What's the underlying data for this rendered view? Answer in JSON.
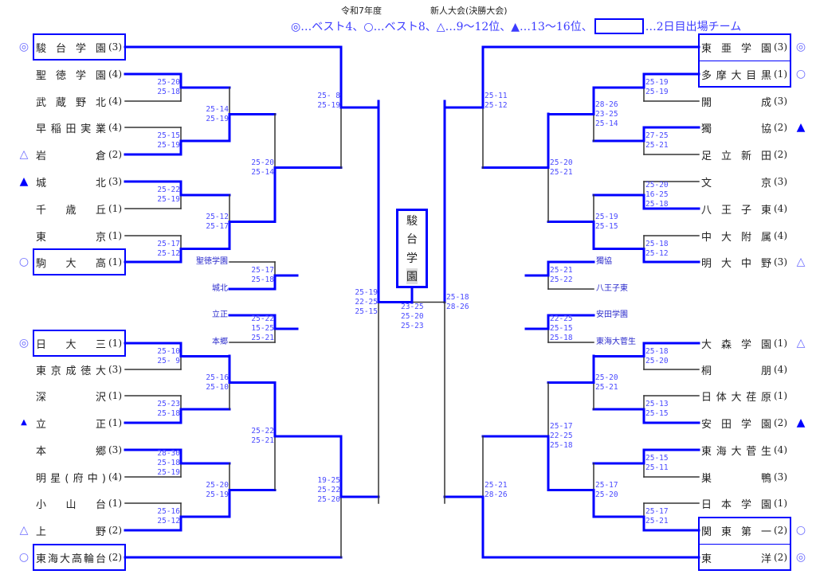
{
  "header": {
    "year": "令和7年度",
    "tournament": "新人大会(決勝大会)",
    "legend_text": "◎…ベスト4、○…ベスト8、△…9～12位、▲…13～16位、",
    "legend_box_text": "…2日目出場チーム"
  },
  "colors": {
    "win_line": "#0000ff",
    "lose_line": "#333333",
    "score": "#4a4aff",
    "mark_light": "#6a6aff"
  },
  "champion": {
    "chars": [
      "駿",
      "台",
      "学",
      "園"
    ]
  },
  "left_teams": [
    {
      "name": "駿台学園",
      "seed": "(3)",
      "mark": "◎",
      "boxed": true
    },
    {
      "name": "聖徳学園",
      "seed": "(4)",
      "mark": ""
    },
    {
      "name": "武蔵野北",
      "seed": "(4)",
      "mark": ""
    },
    {
      "name": "早稲田実業",
      "seed": "(4)",
      "mark": ""
    },
    {
      "name": "岩倉",
      "seed": "(2)",
      "mark": "△"
    },
    {
      "name": "城北",
      "seed": "(3)",
      "mark": "▲"
    },
    {
      "name": "千歳丘",
      "seed": "(1)",
      "mark": ""
    },
    {
      "name": "東京",
      "seed": "(1)",
      "mark": ""
    },
    {
      "name": "駒大高",
      "seed": "(1)",
      "mark": "○",
      "boxed": true
    },
    {
      "name": "日大三",
      "seed": "(1)",
      "mark": "◎",
      "boxed": true
    },
    {
      "name": "東京成徳大",
      "seed": "(3)",
      "mark": ""
    },
    {
      "name": "深沢",
      "seed": "(1)",
      "mark": ""
    },
    {
      "name": "立正",
      "seed": "(1)",
      "mark": "▲"
    },
    {
      "name": "本郷",
      "seed": "(3)",
      "mark": ""
    },
    {
      "name": "明星(府中)",
      "seed": "(4)",
      "mark": ""
    },
    {
      "name": "小山台",
      "seed": "(1)",
      "mark": ""
    },
    {
      "name": "上野",
      "seed": "(2)",
      "mark": "△"
    },
    {
      "name": "東海大高輪台",
      "seed": "(2)",
      "mark": "○",
      "boxed": true
    }
  ],
  "right_teams": [
    {
      "name": "東亜学園",
      "seed": "(3)",
      "mark": "◎",
      "boxed": true
    },
    {
      "name": "多摩大目黒",
      "seed": "(1)",
      "mark": "○",
      "boxed": true
    },
    {
      "name": "開成",
      "seed": "(3)",
      "mark": ""
    },
    {
      "name": "獨協",
      "seed": "(2)",
      "mark": "▲"
    },
    {
      "name": "足立新田",
      "seed": "(2)",
      "mark": ""
    },
    {
      "name": "文京",
      "seed": "(3)",
      "mark": ""
    },
    {
      "name": "八王子東",
      "seed": "(4)",
      "mark": ""
    },
    {
      "name": "中大附属",
      "seed": "(4)",
      "mark": ""
    },
    {
      "name": "明大中野",
      "seed": "(3)",
      "mark": "△"
    },
    {
      "name": "大森学園",
      "seed": "(1)",
      "mark": "△"
    },
    {
      "name": "桐朋",
      "seed": "(4)",
      "mark": ""
    },
    {
      "name": "日体大荏原",
      "seed": "(1)",
      "mark": ""
    },
    {
      "name": "安田学園",
      "seed": "(2)",
      "mark": "▲"
    },
    {
      "name": "東海大菅生",
      "seed": "(4)",
      "mark": ""
    },
    {
      "name": "巣鴨",
      "seed": "(3)",
      "mark": ""
    },
    {
      "name": "日本学園",
      "seed": "(1)",
      "mark": ""
    },
    {
      "name": "関東第一",
      "seed": "(2)",
      "mark": "○",
      "boxed": true
    },
    {
      "name": "東洋",
      "seed": "(2)",
      "mark": "◎",
      "boxed": true
    }
  ],
  "matches": [
    {
      "winner": "top",
      "scores": [
        "25-20",
        "25-18"
      ]
    },
    {
      "winner": "bottom",
      "scores": [
        "25-15",
        "25-19"
      ]
    },
    {
      "winner": "top",
      "scores": [
        "25-22",
        "25-19"
      ]
    },
    {
      "winner": "bottom",
      "scores": [
        "25-17",
        "25-12"
      ]
    },
    {
      "winner": "top",
      "scores": [
        "25-10",
        "25- 9"
      ]
    },
    {
      "winner": "bottom",
      "scores": [
        "25-23",
        "25-18"
      ]
    },
    {
      "winner": "top",
      "scores": [
        "28-30",
        "25-18",
        "25-19"
      ]
    },
    {
      "winner": "bottom",
      "scores": [
        "25-16",
        "25-12"
      ]
    },
    {
      "winner": "bottom",
      "scores": [
        "25-14",
        "25-19"
      ]
    },
    {
      "winner": "bottom",
      "scores": [
        "25-12",
        "25-17"
      ]
    },
    {
      "winner": "top",
      "scores": [
        "25-16",
        "25-10"
      ]
    },
    {
      "winner": "bottom",
      "scores": [
        "25-20",
        "25-19"
      ]
    },
    {
      "winner": "bottom",
      "scores": [
        "25-20",
        "25-14"
      ]
    },
    {
      "winner": "top",
      "scores": [
        "25-22",
        "25-21"
      ]
    },
    {
      "winner": "top",
      "scores": [
        "25- 8",
        "25-19"
      ]
    },
    {
      "winner": "top",
      "scores": [
        "19-25",
        "25-22",
        "25-20"
      ]
    },
    {
      "winner": "top",
      "scores": [
        "25-19",
        "22-25",
        "25-15"
      ]
    },
    {
      "winner": "bottom",
      "scores": [
        "25-17",
        "25-18"
      ],
      "teams": [
        "聖徳学園",
        "城北"
      ]
    },
    {
      "winner": "top",
      "scores": [
        "25-22",
        "15-25",
        "25-21"
      ],
      "teams": [
        "立正",
        "本郷"
      ]
    },
    {
      "winner": "top",
      "scores": [
        "25-19",
        "25-19"
      ]
    },
    {
      "winner": "top",
      "scores": [
        "27-25",
        "25-21"
      ]
    },
    {
      "winner": "bottom",
      "scores": [
        "25-20",
        "16-25",
        "25-18"
      ]
    },
    {
      "winner": "bottom",
      "scores": [
        "25-18",
        "25-12"
      ]
    },
    {
      "winner": "top",
      "scores": [
        "25-18",
        "25-20"
      ]
    },
    {
      "winner": "bottom",
      "scores": [
        "25-13",
        "25-15"
      ]
    },
    {
      "winner": "top",
      "scores": [
        "25-15",
        "25-11"
      ]
    },
    {
      "winner": "bottom",
      "scores": [
        "25-17",
        "25-21"
      ]
    },
    {
      "winner": "top",
      "scores": [
        "28-26",
        "23-25",
        "25-14"
      ]
    },
    {
      "winner": "bottom",
      "scores": [
        "25-19",
        "25-15"
      ]
    },
    {
      "winner": "top",
      "scores": [
        "25-20",
        "25-21"
      ]
    },
    {
      "winner": "bottom",
      "scores": [
        "25-17",
        "25-20"
      ]
    },
    {
      "winner": "top",
      "scores": [
        "25-20",
        "25-21"
      ]
    },
    {
      "winner": "bottom",
      "scores": [
        "25-17",
        "22-25",
        "25-18"
      ]
    },
    {
      "winner": "top",
      "scores": [
        "25-11",
        "25-12"
      ]
    },
    {
      "winner": "bottom",
      "scores": [
        "25-21",
        "28-26"
      ]
    },
    {
      "winner": "top",
      "scores": [
        "25-18",
        "28-26"
      ]
    },
    {
      "winner": "top",
      "scores": [
        "25-21",
        "25-22"
      ],
      "teams": [
        "獨協",
        "八王子東"
      ]
    },
    {
      "winner": "top",
      "scores": [
        "22-25",
        "25-15",
        "25-18"
      ],
      "teams": [
        "安田学園",
        "東海大菅生"
      ]
    },
    {
      "winner": "left",
      "scores": [
        "23-25",
        "25-20",
        "25-23"
      ]
    }
  ]
}
